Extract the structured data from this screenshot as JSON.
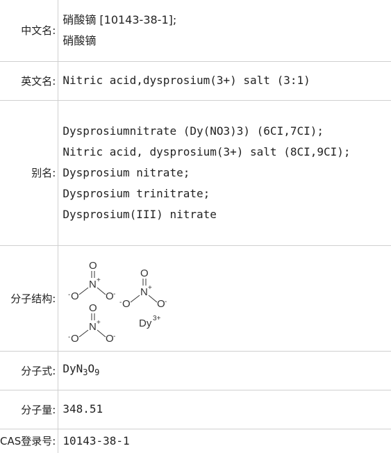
{
  "rows": {
    "chinese_name": {
      "label": "中文名:",
      "lines": [
        "硝酸镝 [10143-38-1];",
        "硝酸镝"
      ]
    },
    "english_name": {
      "label": "英文名:",
      "value": "Nitric acid,dysprosium(3+) salt (3:1)"
    },
    "aliases": {
      "label": "别名:",
      "lines": [
        "Dysprosiumnitrate (Dy(NO3)3) (6CI,7CI);",
        "Nitric acid, dysprosium(3+) salt (8CI,9CI);",
        "Dysprosium nitrate;",
        "Dysprosium trinitrate;",
        "Dysprosium(III) nitrate"
      ]
    },
    "structure": {
      "label": "分子结构:",
      "atoms": {
        "o": "O",
        "n": "N",
        "charge_plus": "+",
        "charge_minus": "-",
        "metal": "Dy",
        "metal_charge": "3+"
      }
    },
    "formula": {
      "label": "分子式:",
      "parts": [
        "DyN",
        "3",
        "O",
        "9"
      ]
    },
    "weight": {
      "label": "分子量:",
      "value": "348.51"
    },
    "cas": {
      "label": "CAS登录号:",
      "value": "10143-38-1"
    }
  }
}
